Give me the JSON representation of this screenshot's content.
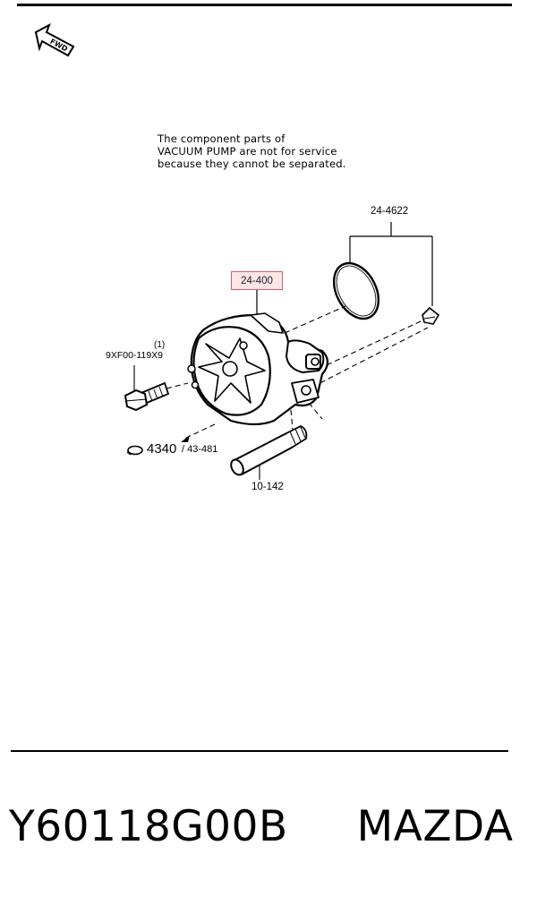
{
  "fwd_label": "FWD",
  "note_lines": [
    "The component parts of",
    "VACUUM PUMP are not for service",
    "because they cannot be separated."
  ],
  "labels": {
    "o_ring": "24-4622",
    "vacuum_pump": "24-400",
    "bolt": "9XF00-119X9",
    "bolt_qty": "(1)",
    "seal_code": "4340",
    "seal_code_sub": "/ 43-481",
    "shaft": "10-142"
  },
  "highlight_color": "#e05a66",
  "footer": {
    "part_number": "Y60118G00B",
    "brand": "MAZDA"
  }
}
